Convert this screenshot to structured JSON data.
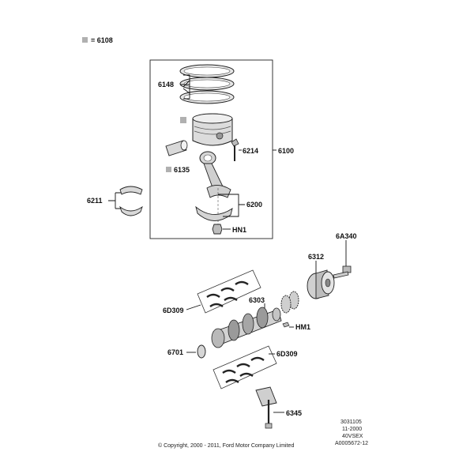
{
  "legend": {
    "marker_color": "#b0b0b0",
    "text": "= 6108"
  },
  "labels": {
    "l6148": "6148",
    "l6214": "6214",
    "l6135": "6135",
    "l6100": "6100",
    "l6211": "6211",
    "l6200": "6200",
    "lHN1": "HN1",
    "l6A340": "6A340",
    "l6312": "6312",
    "l6303": "6303",
    "l6D309a": "6D309",
    "lHM1": "HM1",
    "l6701": "6701",
    "l6D309b": "6D309",
    "l6345": "6345"
  },
  "footer": {
    "copyright": "© Copyright, 2000 - 2011, Ford Motor Company Limited",
    "code1": "3031105",
    "code2": "11-2000",
    "code3": "40VSEX",
    "code4": "A0005672-12"
  },
  "colors": {
    "marker": "#b0b0b0",
    "part_fill": "#d9d9d9",
    "part_dark": "#8a8a8a"
  }
}
